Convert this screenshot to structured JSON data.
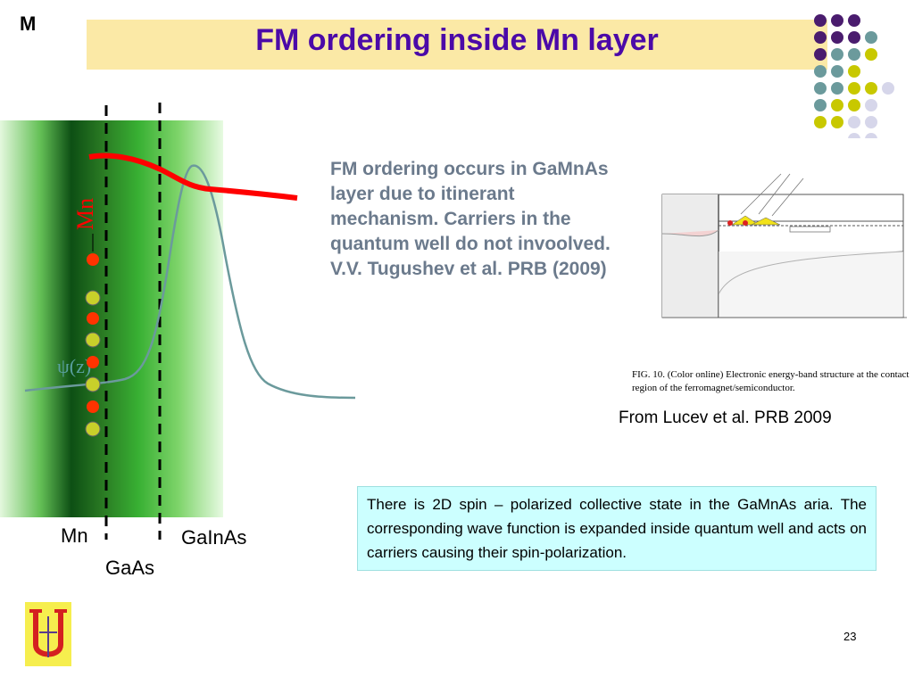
{
  "slide": {
    "corner_letter": "M",
    "title": "FM ordering inside Mn layer",
    "body": "FM ordering occurs in GaMnAs layer due to itinerant mechanism. Carriers in the quantum well do not invoolved. V.V. Tugushev et al. PRB (2009)",
    "source": "From Lucev et al. PRB 2009",
    "note": "There is 2D spin – polarized collective state in the GaMnAs aria. The corresponding wave function  is expanded inside quantum well and acts on carriers causing their spin-polarization.",
    "page_number": "23"
  },
  "diagram": {
    "label_mn_vertical": "Mn",
    "label_psi": "ψ(z)",
    "label_mn": "Mn",
    "label_gainas": "GaInAs",
    "label_gaas": "GaAs"
  },
  "inset": {
    "caption": "FIG. 10. (Color online) Electronic energy-band structure at the contact region of the ferromagnet/semiconductor."
  },
  "colors": {
    "title": "#4b0aa8",
    "title_bar": "#fbe9a6",
    "body_text": "#6b7a8c",
    "note_bg": "#ccffff",
    "red_curve": "#ff0000",
    "wave": "#6b9a9c",
    "dot_red": "#ff3300",
    "dot_yellow": "#c8d02a",
    "deco_purple": "#4a1c6e",
    "deco_teal": "#6b9a9c",
    "deco_lime": "#c8c800",
    "deco_lavender": "#d6d6ea"
  }
}
